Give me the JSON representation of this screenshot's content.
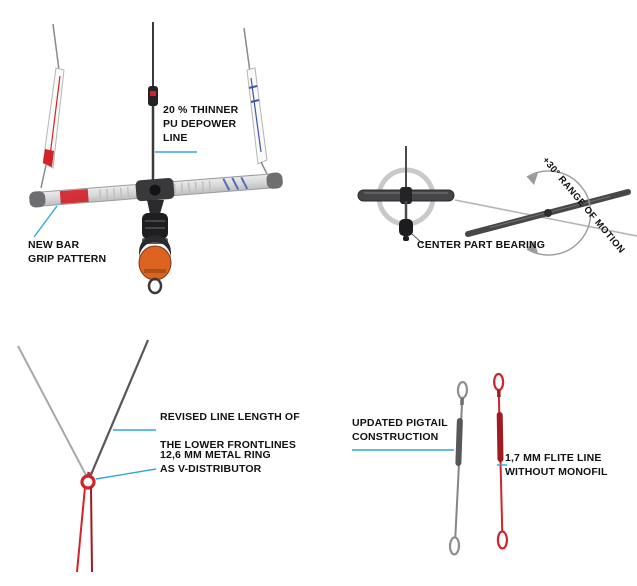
{
  "figure": {
    "type": "product-feature-diagram",
    "subject": "kite control bar feature callouts"
  },
  "colors": {
    "accent_cyan": "#2EA9DC",
    "red": "#D2232A",
    "dark_red": "#9E1B20",
    "orange": "#DD6420",
    "dark": "#3C3C3E",
    "gray": "#9A9A9A",
    "light_gray": "#CFCFCF",
    "text": "#111111"
  },
  "annotations": {
    "depower_line": "20 % THINNER\nPU DEPOWER\nLINE",
    "bar_grip": "NEW BAR\nGRIP PATTERN",
    "range_of_motion": "+30° RANGE OF MOTION",
    "center_bearing": "CENTER PART BEARING",
    "frontlines_1": "REVISED LINE LENGTH OF",
    "frontlines_2": "THE LOWER FRONTLINES",
    "metal_ring": "12,6 MM METAL RING\nAS V-DISTRIBUTOR",
    "pigtail": "UPDATED PIGTAIL\nCONSTRUCTION",
    "flite_line": "1,7 MM FLITE LINE\nWITHOUT MONOFIL"
  }
}
